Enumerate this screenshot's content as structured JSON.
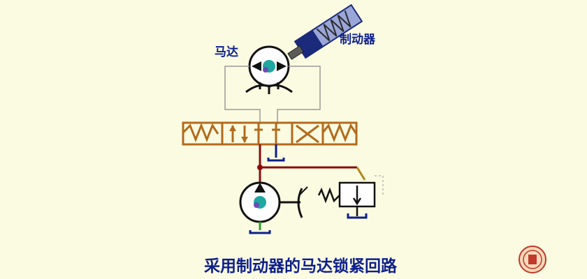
{
  "labels": {
    "motor": "马达",
    "brake": "制动器",
    "caption": "采用制动器的马达锁紧回路"
  },
  "colors": {
    "background": "#fbfbe2",
    "label_text": "#0d1f8c",
    "valve_outline": "#b36a1c",
    "pressure_line": "#8b0c0c",
    "return_line": "#0d1f8c",
    "pilot_line": "#b5861a",
    "suction_line": "#2e9e2e",
    "motor_center": "#1fa7a0",
    "brake_body": "#1b2a7a",
    "logo": "#c0392b"
  },
  "icons": {
    "motor": "hydraulic-motor-symbol",
    "pump": "hydraulic-pump-symbol",
    "valve": "directional-valve-symbol",
    "brake": "brake-cylinder-symbol",
    "relief_valve": "pressure-valve-symbol",
    "logo": "university-seal"
  }
}
